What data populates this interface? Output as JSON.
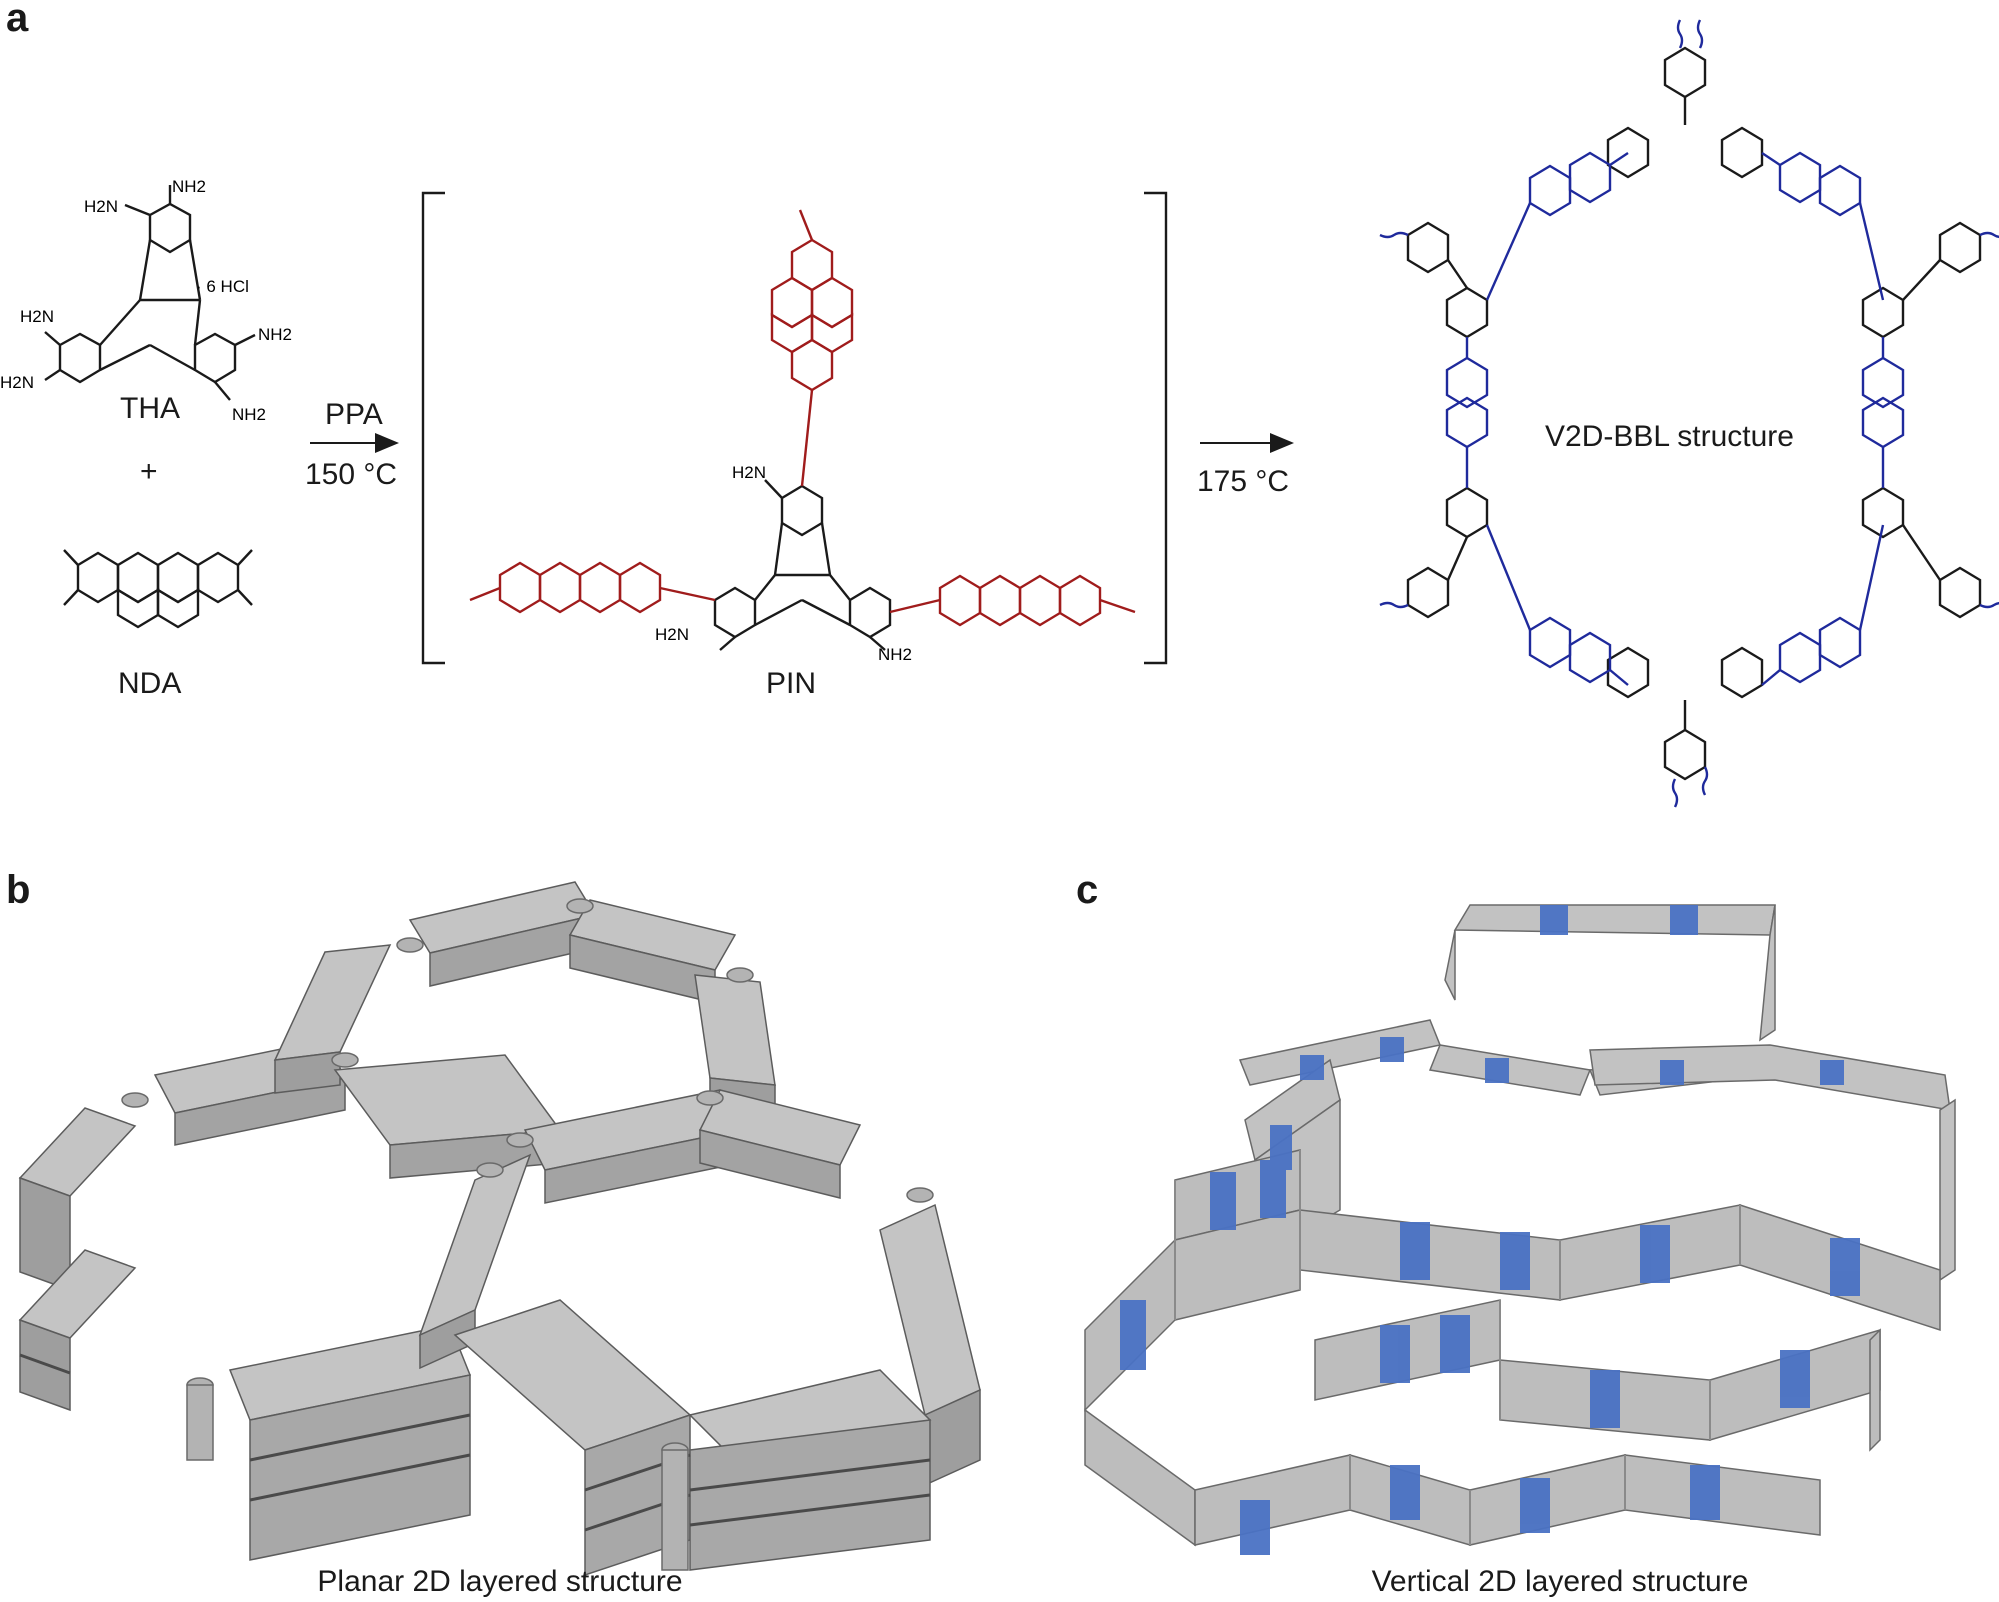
{
  "panel_a": {
    "letter": "a",
    "tha": {
      "name": "THA",
      "nh2_labels": [
        "NH2",
        "H2N",
        "H2N",
        "H2N",
        "NH2",
        "NH2"
      ],
      "salt": "· 6 HCl"
    },
    "plus": "+",
    "nda": {
      "name": "NDA"
    },
    "step1": {
      "reagent": "PPA",
      "temperature": "150 °C"
    },
    "pin": {
      "name": "PIN",
      "nh2_labels": [
        "H2N",
        "H2N",
        "NH2"
      ]
    },
    "step2": {
      "temperature": "175 °C"
    },
    "product": {
      "name": "V2D-BBL structure"
    }
  },
  "panel_b": {
    "letter": "b",
    "caption": "Planar 2D layered structure"
  },
  "panel_c": {
    "letter": "c",
    "caption": "Vertical 2D layered structure"
  },
  "colors": {
    "ink": "#1a1a1a",
    "pin_red": "#a01c1c",
    "bbl_blue": "#1f2a9c",
    "block_gray": "#b9b9b9",
    "stripe_blue": "#4a72c4"
  }
}
